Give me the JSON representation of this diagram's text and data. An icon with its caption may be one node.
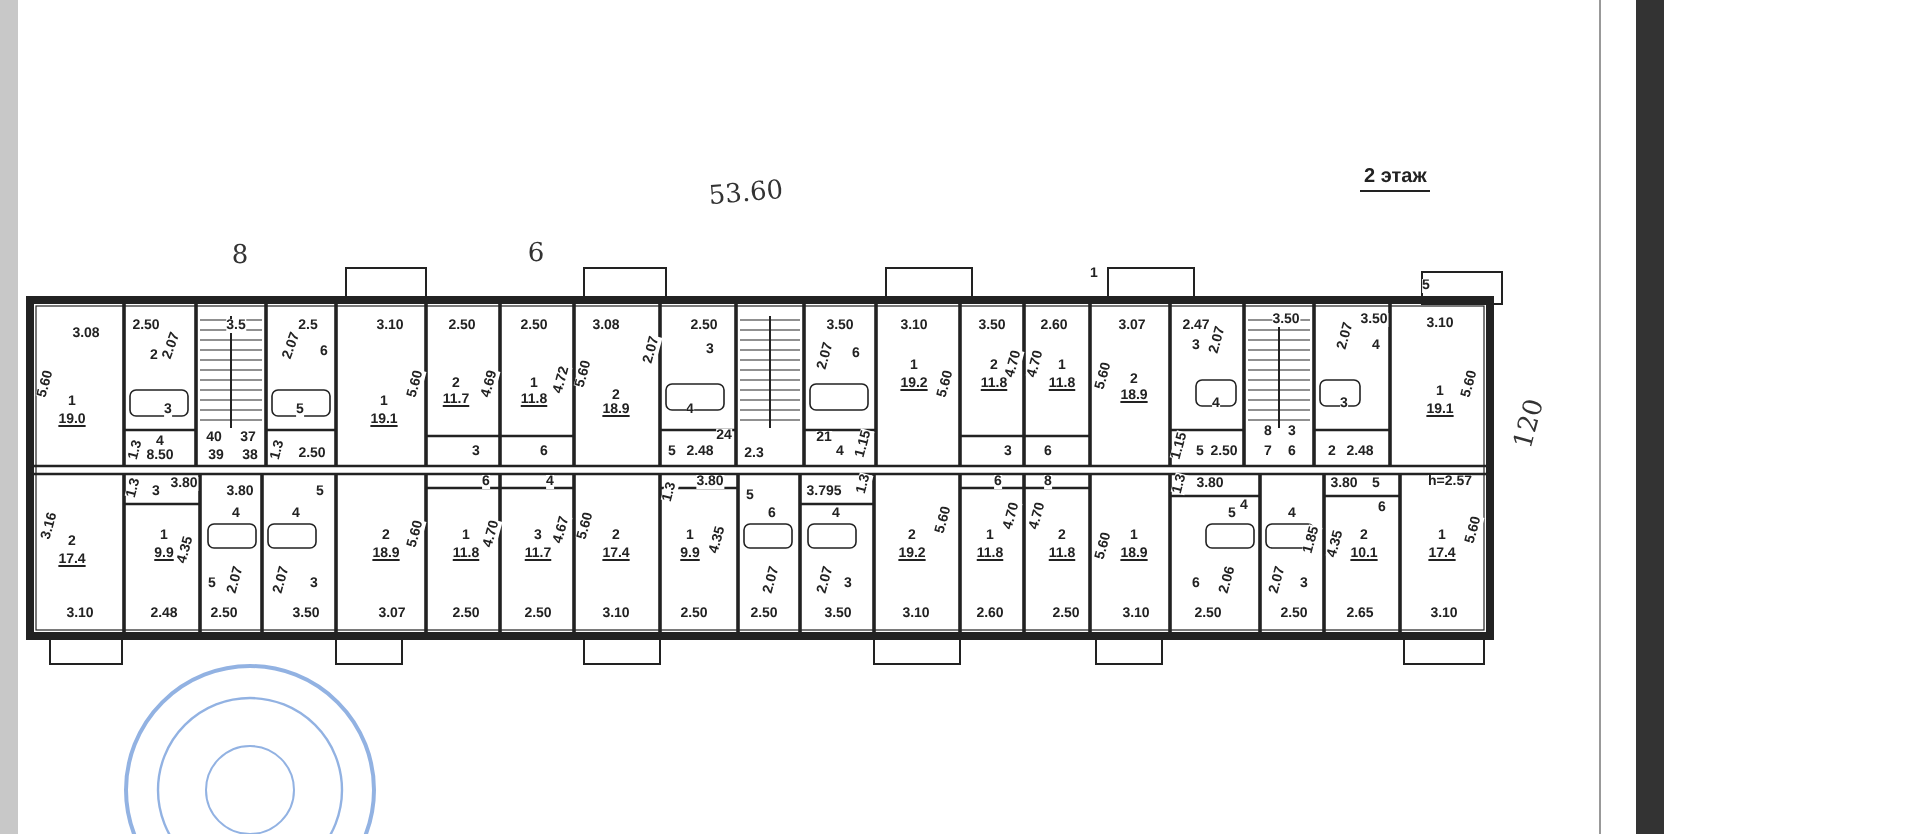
{
  "diagram": {
    "title": "2 этаж",
    "labels": [
      "53.60",
      "8",
      "6",
      "1",
      "5",
      "120",
      "3.08",
      "2.50",
      "2",
      "2.07",
      "3.5",
      "2.5",
      "2.07",
      "6",
      "3.10",
      "2.50",
      "2.50",
      "3.08",
      "2.50",
      "3.50",
      "3.10",
      "3.50",
      "2.60",
      "3.07",
      "2.47",
      "3.50",
      "3.50",
      "3.10",
      "5.60",
      "1",
      "19.0",
      "3",
      "5",
      "1",
      "19.1",
      "5.60",
      "2",
      "11.7",
      "4.69",
      "1",
      "11.8",
      "4.72",
      "5.60",
      "2",
      "18.9",
      "2.07",
      "3",
      "4",
      "2.07",
      "6",
      "1",
      "19.2",
      "5.60",
      "2",
      "11.8",
      "4.70",
      "4.70",
      "1",
      "11.8",
      "5.60",
      "2",
      "18.9",
      "3",
      "2.07",
      "2.07",
      "4",
      "1",
      "19.1",
      "5.60",
      "4",
      "3",
      "4",
      "8.50",
      "1.3",
      "40",
      "37",
      "39",
      "38",
      "1.3",
      "2.50",
      "3",
      "6",
      "5",
      "2.48",
      "24",
      "2.3",
      "21",
      "4",
      "1.15",
      "3",
      "6",
      "1.15",
      "5",
      "2.50",
      "8",
      "7",
      "3",
      "6",
      "2",
      "2.48",
      "1.3",
      "3",
      "3.80",
      "3.80",
      "5",
      "6",
      "4",
      "1.3",
      "3.80",
      "5",
      "3.795",
      "1.3",
      "6",
      "8",
      "1.3",
      "3.80",
      "4",
      "3.80",
      "5",
      "h=2.57",
      "3.16",
      "2",
      "17.4",
      "1",
      "9.9",
      "4.35",
      "4",
      "4",
      "2",
      "18.9",
      "5.60",
      "1",
      "11.8",
      "4.70",
      "3",
      "11.7",
      "4.67",
      "5.60",
      "2",
      "17.4",
      "1",
      "9.9",
      "4.35",
      "6",
      "4",
      "2",
      "19.2",
      "5.60",
      "1",
      "11.8",
      "4.70",
      "4.70",
      "2",
      "11.8",
      "5.60",
      "1",
      "18.9",
      "5",
      "4",
      "6",
      "1.85",
      "4.35",
      "2",
      "10.1",
      "1",
      "17.4",
      "5.60",
      "5",
      "2.07",
      "2.07",
      "3",
      "2.07",
      "2.07",
      "3",
      "6",
      "2.06",
      "2.07",
      "3",
      "3.10",
      "2.48",
      "2.50",
      "3.50",
      "3.07",
      "2.50",
      "2.50",
      "3.10",
      "2.50",
      "2.50",
      "3.50",
      "3.10",
      "2.60",
      "2.50",
      "3.10",
      "2.50",
      "2.50",
      "2.65",
      "3.10"
    ]
  }
}
